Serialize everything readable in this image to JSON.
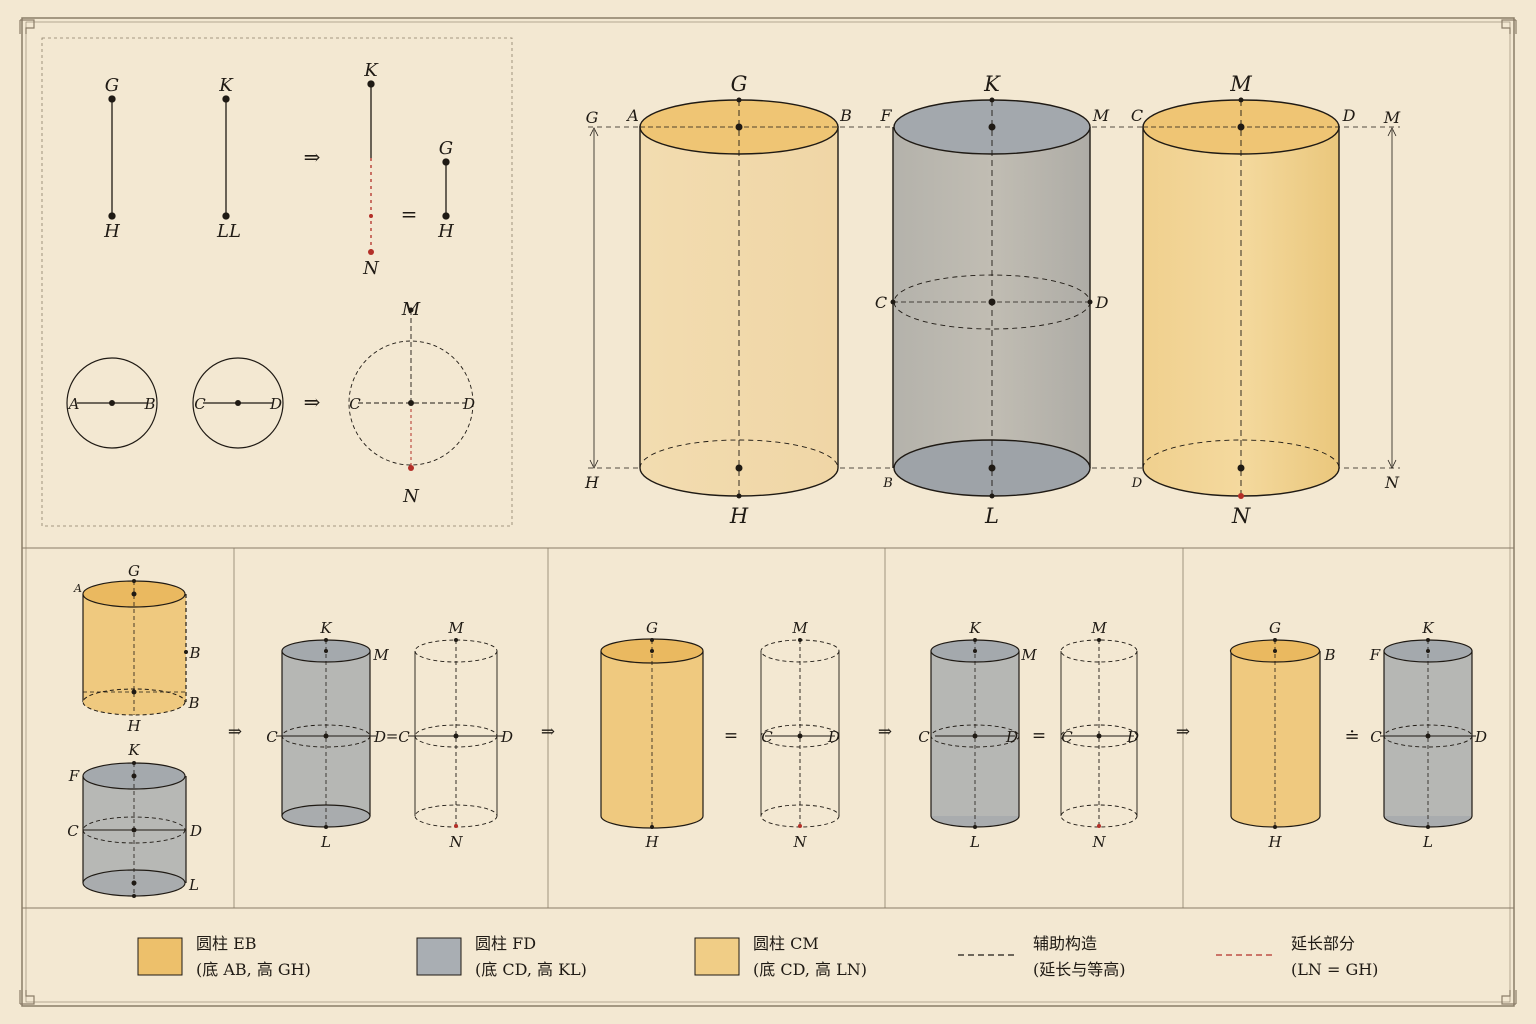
{
  "colors": {
    "paper": "#f3e8d2",
    "ink": "#1f1a14",
    "gold": "#e9c06f",
    "gray": "#a9aeb3",
    "red": "#b32f28",
    "frame": "#8a7d68"
  },
  "topleft": {
    "seg_labels": [
      "G",
      "H",
      "K",
      "LL",
      "K",
      "N",
      "G",
      "H"
    ],
    "arrow": "⇒",
    "equals": "=",
    "circle_labels": [
      "A",
      "B",
      "C",
      "D",
      "C",
      "D",
      "M",
      "N"
    ]
  },
  "big": {
    "side_left": [
      "G",
      "H"
    ],
    "side_right": [
      "M",
      "N"
    ],
    "cyl1": {
      "top": "G",
      "bottom": "H",
      "rim_left": "A",
      "rim_right": "B",
      "base_left": "",
      "base_right": ""
    },
    "cyl2": {
      "top": "K",
      "bottom": "L",
      "rim_left": "F",
      "rim_right": "M",
      "mid_left": "C",
      "mid_right": "D",
      "base_left": "B",
      "base_right": ""
    },
    "cyl3": {
      "top": "M",
      "bottom": "N",
      "rim_left": "C",
      "rim_right": "D",
      "base_left": "D",
      "base_right": ""
    }
  },
  "steps": {
    "arrow": "⇒",
    "equals": "=",
    "approx": "≐",
    "s1": {
      "gold_top": "G",
      "gold_bottom": "H",
      "gold_left": "A",
      "gold_right": "B",
      "gold_b2": "B",
      "gray_top": "K",
      "gray_bottom": "L",
      "gray_left": "F",
      "gray_mid_left": "C",
      "gray_mid_right": "D"
    },
    "s2": {
      "a_top": "K",
      "a_bottom": "L",
      "a_rim": "M",
      "a_ml": "C",
      "a_mr": "D",
      "b_top": "M",
      "b_bottom": "N",
      "b_ml": "C",
      "b_mr": "D"
    },
    "s3": {
      "a_top": "G",
      "a_bottom": "H",
      "b_top": "M",
      "b_bottom": "N",
      "b_ml": "C",
      "b_mr": "D"
    },
    "s4": {
      "a_top": "K",
      "a_bottom": "L",
      "a_rim": "M",
      "a_ml": "C",
      "a_mr": "D",
      "b_top": "M",
      "b_bottom": "N",
      "b_ml": "C",
      "b_mr": "D"
    },
    "s5": {
      "a_top": "G",
      "a_bottom": "H",
      "a_right": "B",
      "b_top": "K",
      "b_bottom": "L",
      "b_left": "F",
      "b_ml": "C",
      "b_mr": "D"
    }
  },
  "legend": [
    {
      "title": "圆柱 EB",
      "sub": "(底 AB, 高 GH)",
      "kind": "gold"
    },
    {
      "title": "圆柱 FD",
      "sub": "(底 CD, 高 KL)",
      "kind": "gray"
    },
    {
      "title": "圆柱 CM",
      "sub": "(底 CD, 高 LN)",
      "kind": "gold"
    },
    {
      "title": "辅助构造",
      "sub": "(延长与等高)",
      "kind": "dash"
    },
    {
      "title": "延长部分",
      "sub": "(LN = GH)",
      "kind": "red"
    }
  ]
}
